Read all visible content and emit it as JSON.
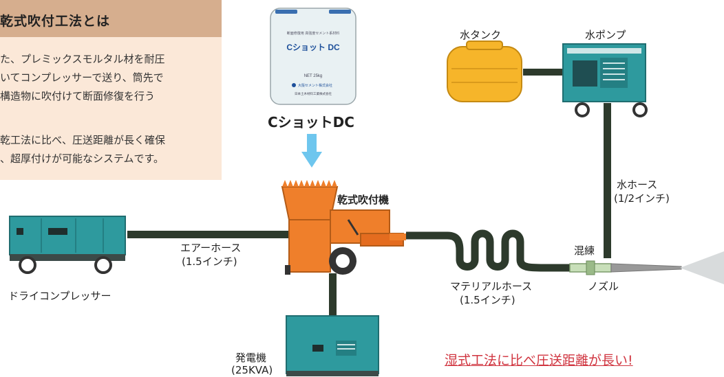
{
  "info_box": {
    "title": "乾式吹付工法とは",
    "lines": [
      "た、プレミックスモルタル材を耐圧",
      "いてコンプレッサーで送り、筒先で",
      "構造物に吹付けて断面修復を行う",
      "",
      "乾工法に比べ、圧送距離が長く確保",
      "、超厚付けが可能なシステムです。"
    ]
  },
  "product": {
    "bag_brand": "Cショット DC",
    "bag_small_top": "断面修復用  高強度セメント系材料",
    "bag_weight": "NET 25kg",
    "bag_maker": "大阪セメント株式会社",
    "bag_footer": "日本土木材料工業株式会社",
    "label": "CショットDC"
  },
  "equipment": {
    "water_tank": "水タンク",
    "water_pump": "水ポンプ",
    "dry_sprayer": "乾式吹付機",
    "compressor": "ドライコンプレッサー",
    "generator_name": "発電機",
    "generator_spec": "(25KVA)",
    "nozzle": "ノズル",
    "mixing": "混練"
  },
  "hoses": {
    "air_hose_name": "エアーホース",
    "air_hose_size": "(1.5インチ)",
    "material_hose_name": "マテリアルホース",
    "material_hose_size": "(1.5インチ)",
    "water_hose_name": "水ホース",
    "water_hose_size": "(1/2インチ)"
  },
  "highlight": "湿式工法に比べ圧送距離が長い!",
  "colors": {
    "teal": "#2e9a9e",
    "orange": "#ef7f2b",
    "yellow": "#f6b52a",
    "hose": "#2d3a2c",
    "accent_red": "#d0343f",
    "arrow_blue": "#6ec6ee"
  }
}
